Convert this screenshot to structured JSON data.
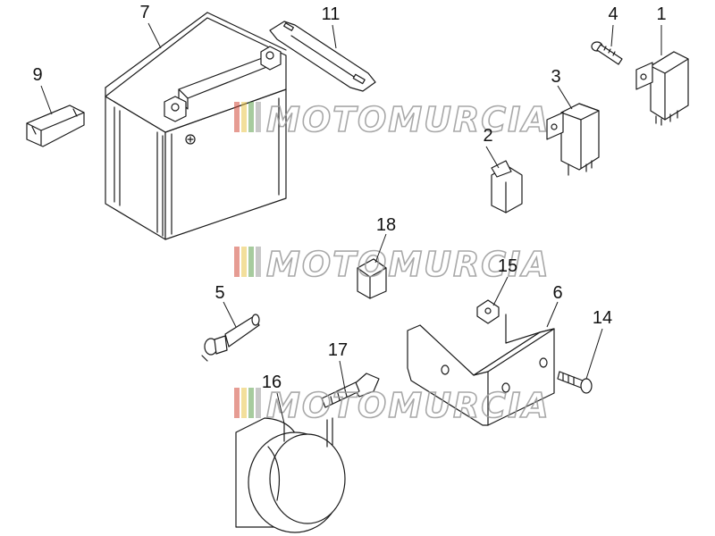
{
  "watermark": {
    "text": "MOTOMURCIA",
    "stripe_colors": [
      "#d24a3a",
      "#e9c44a",
      "#5fa04e",
      "#9a9a9a"
    ]
  },
  "callouts": {
    "c1": "1",
    "c2": "2",
    "c3": "3",
    "c4": "4",
    "c5": "5",
    "c6": "6",
    "c7": "7",
    "c9": "9",
    "c11": "11",
    "c14": "14",
    "c15": "15",
    "c16": "16",
    "c17": "17",
    "c18": "18"
  }
}
